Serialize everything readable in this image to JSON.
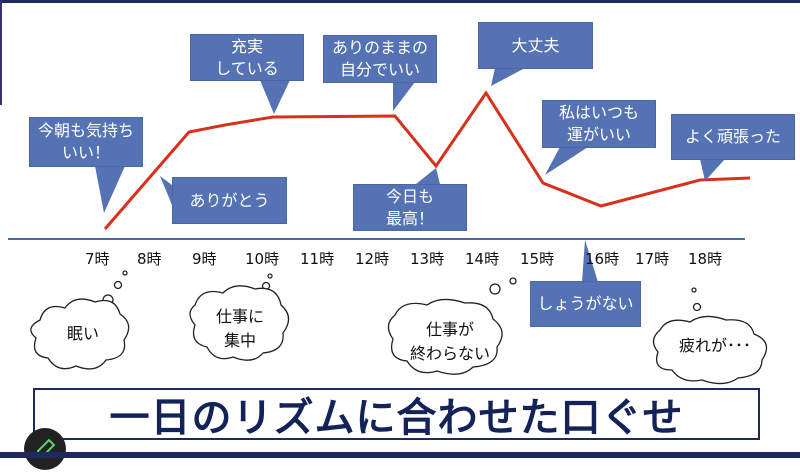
{
  "title": "一日のリズムに合わせた口ぐせ",
  "time_labels": [
    "7時",
    "8時",
    "9時",
    "10時",
    "11時",
    "12時",
    "13時",
    "14時",
    "15時",
    "16時",
    "17時",
    "18時"
  ],
  "callouts": [
    {
      "text": "今朝も気持ち\nいい！"
    },
    {
      "text": "ありがとう"
    },
    {
      "text": "充実\nしている"
    },
    {
      "text": "ありのままの\n自分でいい"
    },
    {
      "text": "今日も\n最高！"
    },
    {
      "text": "大丈夫"
    },
    {
      "text": "私はいつも\n運がいい"
    },
    {
      "text": "しょうがない"
    },
    {
      "text": "よく頑張った"
    }
  ],
  "thoughts": [
    {
      "text": "眠い"
    },
    {
      "text": "仕事に\n集中"
    },
    {
      "text": "仕事が\n終わらない"
    },
    {
      "text": "疲れが･･･"
    }
  ],
  "colors": {
    "line": "#d9301c",
    "callout": "#5573b4",
    "title": "#14225a",
    "axis": "#4a6aa8"
  }
}
